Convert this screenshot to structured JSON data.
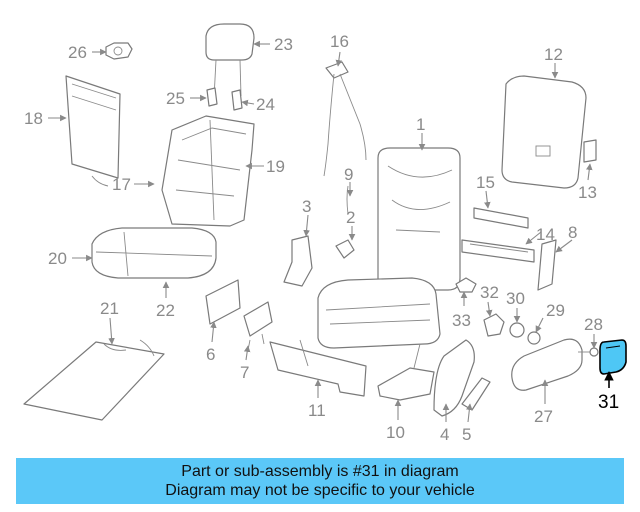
{
  "diagram": {
    "callouts": [
      {
        "id": "1",
        "label": "1"
      },
      {
        "id": "2",
        "label": "2"
      },
      {
        "id": "3",
        "label": "3"
      },
      {
        "id": "4",
        "label": "4"
      },
      {
        "id": "5",
        "label": "5"
      },
      {
        "id": "6",
        "label": "6"
      },
      {
        "id": "7",
        "label": "7"
      },
      {
        "id": "8",
        "label": "8"
      },
      {
        "id": "9",
        "label": "9"
      },
      {
        "id": "10",
        "label": "10"
      },
      {
        "id": "11",
        "label": "11"
      },
      {
        "id": "12",
        "label": "12"
      },
      {
        "id": "13",
        "label": "13"
      },
      {
        "id": "14",
        "label": "14"
      },
      {
        "id": "15",
        "label": "15"
      },
      {
        "id": "16",
        "label": "16"
      },
      {
        "id": "17",
        "label": "17"
      },
      {
        "id": "18",
        "label": "18"
      },
      {
        "id": "19",
        "label": "19"
      },
      {
        "id": "20",
        "label": "20"
      },
      {
        "id": "21",
        "label": "21"
      },
      {
        "id": "22",
        "label": "22"
      },
      {
        "id": "23",
        "label": "23"
      },
      {
        "id": "24",
        "label": "24"
      },
      {
        "id": "25",
        "label": "25"
      },
      {
        "id": "26",
        "label": "26"
      },
      {
        "id": "27",
        "label": "27"
      },
      {
        "id": "28",
        "label": "28"
      },
      {
        "id": "29",
        "label": "29"
      },
      {
        "id": "30",
        "label": "30"
      },
      {
        "id": "31",
        "label": "31",
        "highlighted": true
      },
      {
        "id": "32",
        "label": "32"
      },
      {
        "id": "33",
        "label": "33"
      }
    ],
    "colors": {
      "line_art": "#8a8a8a",
      "highlight_fill": "#4ec7f5",
      "highlight_label": "#000000"
    }
  },
  "banner": {
    "line1": "Part or sub-assembly is #31 in diagram",
    "line2": "Diagram may not be specific to your vehicle",
    "color": "#5bc8f8"
  }
}
